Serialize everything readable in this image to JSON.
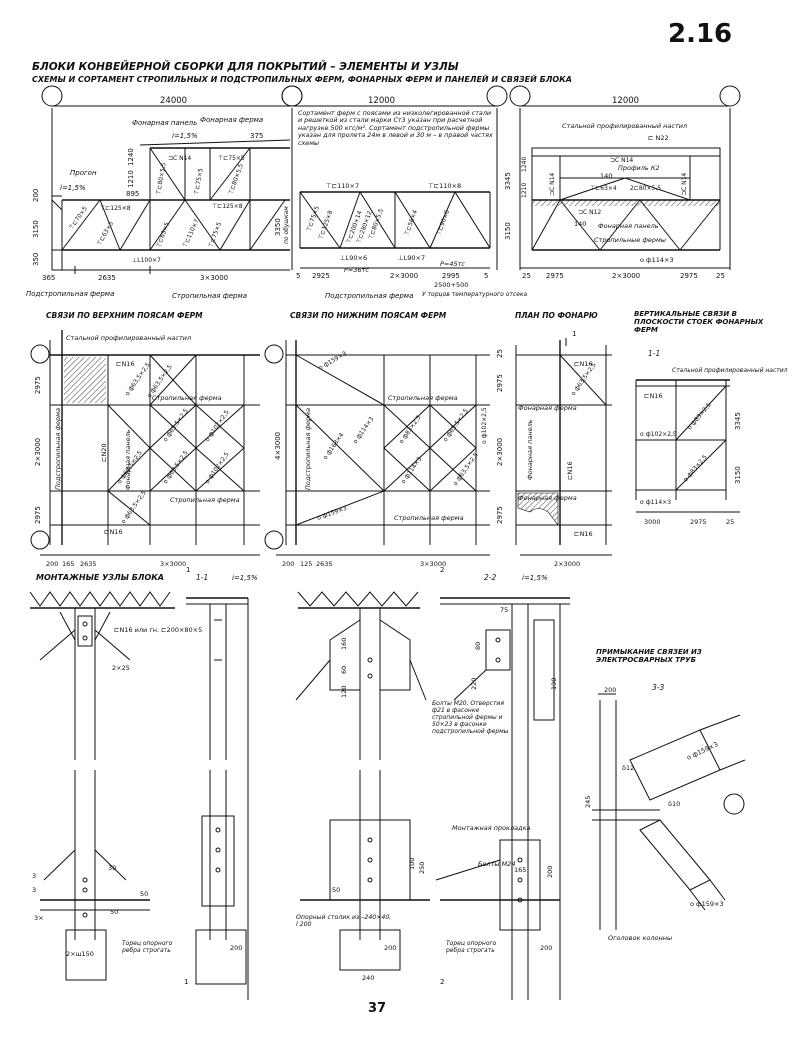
{
  "sheet_number": "2.16",
  "page_number": "37",
  "title": "БЛОКИ КОНВЕЙЕРНОЙ СБОРКИ ДЛЯ ПОКРЫТИЙ – ЭЛЕМЕНТЫ И УЗЛЫ",
  "subtitle": "СХЕМЫ И СОРТАМЕНТ СТРОПИЛЬНЫХ И ПОДСТРОПИЛЬНЫХ ФЕРМ, ФОНАРНЫХ ФЕРМ И ПАНЕЛЕЙ И СВЯЗЕЙ БЛОКА",
  "truss_left": {
    "span": "24000",
    "lantern_panel": "Фонарная панель",
    "lantern_truss": "Фонарная ферма",
    "slope": "i=1,5%",
    "purlin": "Прогон",
    "slope2": "i=1,5%",
    "sub_truss": "Подстропильная ферма",
    "rafter_truss": "Стропильная ферма",
    "dims_bottom": [
      "365",
      "2635",
      "3×3000"
    ],
    "dims_left": [
      "350",
      "3150",
      "200"
    ],
    "dims_top": [
      "375",
      "1240",
      "1210",
      "895"
    ],
    "members": [
      "⊐С N14",
      "⊤⊏75×5",
      "⊤⊏80×5,5",
      "⊤⊏125×8",
      "⊤⊏75×5",
      "⊤⊏80×5,5",
      "⊤⊏110×7",
      "⊤⊏63×5",
      "⊤⊏75×5",
      "⊤⊏125×8",
      "⊤⊏63×5",
      "⊤⊏70×5",
      "⊥L100×7"
    ]
  },
  "truss_mid": {
    "span": "12000",
    "note": "Сортамент ферм с поясами из низколегированной стали и решеткой из стали марки Ст3 указан при расчетной нагрузке 500 кгс/м². Сортамент подстропильной фермы указан для пролета 24м в левой и 30 м – в правой частях схемы",
    "top_left": "⊤⊏110×7",
    "top_right": "⊤⊏110×8",
    "dims_bottom": [
      "5",
      "2925",
      "2×3000",
      "2995",
      "5"
    ],
    "dim_side": "3350",
    "dim_side_note": "по обушкам",
    "bottom_left": "⊥L90×6",
    "bottom_right": "⊥L90×7",
    "force_left": "P=36тс",
    "force_right": "P=45тс",
    "dim_extra": "2500+500",
    "end_note": "У торцов температурного отсека",
    "label": "Подстропильная ферма",
    "members": [
      "⊤⊏75×5",
      "⊤⊏125×8",
      "⊤⊏200×14",
      "⊤⊏80×5,5",
      "⊤⊏56×4",
      "⊤⊏90×6",
      "⊤⊏280×12"
    ]
  },
  "truss_right": {
    "span": "12000",
    "deck": "Стальной профилированный настил",
    "n22": "⊏ N22",
    "profile": "Профиль К2",
    "members": [
      "⊐С N14",
      "⊐С N14",
      "⊐С N14",
      "⊤⊏63×4",
      "2⊏80×5,5",
      "⊐С N12"
    ],
    "dims_top": [
      "140",
      "140"
    ],
    "lantern_panel": "Фонарная панель",
    "rafter_trusses": "Стропильные фермы",
    "dims_bottom": [
      "25",
      "2975",
      "2×3000",
      "2975",
      "25"
    ],
    "dims_left": [
      "3345",
      "1240",
      "1210",
      "3150"
    ],
    "tube": "о ф114×3"
  },
  "section_titles": {
    "upper_bracing": "СВЯЗИ ПО ВЕРХНИМ ПОЯСАМ ФЕРМ",
    "lower_bracing": "СВЯЗИ ПО НИЖНИМ ПОЯСАМ ФЕРМ",
    "lantern_plan": "ПЛАН ПО ФОНАРЮ",
    "vertical_bracing": "ВЕРТИКАЛЬНЫЕ СВЯЗИ В ПЛОСКОСТИ СТОЕК ФОНАРНЫХ ФЕРМ",
    "mounting_nodes": "МОНТАЖНЫЕ УЗЛЫ БЛОКА",
    "tube_joint": "ПРИМЫКАНИЕ СВЯЗЕЙ ИЗ ЭЛЕКТРОСВАРНЫХ ТРУБ"
  },
  "upper_bracing": {
    "deck": "Стальной профилированный настил",
    "rafter": "Стропильная ферма",
    "rafter2": "Стропильная ферма",
    "lantern_panel": "Фонарная панель",
    "sub_truss": "Подстропильная ферма",
    "channels": [
      "⊏N16",
      "⊏N20",
      "⊏N16"
    ],
    "tubes": [
      "о ф63,5×2,5",
      "о ф63,5×2,5",
      "о ф102×2,5",
      "о ф63,5×2,5",
      "о ф63,5×2,5",
      "о ф102×2,5",
      "о ф63,5×2,5",
      "о ф63,5×2,5"
    ],
    "dims_left": [
      "2975",
      "2×3000",
      "2975"
    ],
    "dims_bottom": [
      "200",
      "165",
      "2635",
      "3×3000"
    ]
  },
  "lower_bracing": {
    "rafter": "Стропильная ферма",
    "rafter2": "Стропильная ферма",
    "sub_truss": "Подстропильная ферма",
    "tubes": [
      "о ф159×3",
      "о ф168×4",
      "о ф114×3",
      "о ф83×2,5",
      "о ф114×3",
      "о ф63,5×2,5",
      "о ф102×2,5",
      "о ф63,5×2,5",
      "о ф159×3"
    ],
    "dims_left": [
      "4×3000"
    ],
    "dims_right": [
      "2975",
      "2×3000",
      "2975",
      "25"
    ],
    "dims_bottom": [
      "200",
      "125",
      "2635",
      "3×3000"
    ]
  },
  "lantern_plan": {
    "marker": "1",
    "channels": [
      "⊏N16",
      "⊏N16",
      "⊏N16"
    ],
    "tube": "о ф63,5×2,5",
    "lantern": "Фонарная ферма",
    "lantern_panel": "Фонарная панель",
    "lantern_truss": "Фонарная ферма",
    "dims_bottom": [
      "2×3000"
    ]
  },
  "vertical_bracing": {
    "section": "1-1",
    "deck": "Стальной профилированный настил",
    "channel": "⊏N16",
    "tubes": [
      "о ф102×2,5",
      "о ф83×2,5",
      "о ф83×2,5",
      "о ф114×3"
    ],
    "dims_right": [
      "3345",
      "3150"
    ],
    "dims_bottom": [
      "3000",
      "2975",
      "25"
    ]
  },
  "mounting_nodes": {
    "section_1": "1-1",
    "section_2": "2-2",
    "section_3": "3-3",
    "slope_1": "i=1,5%",
    "slope_2": "i=1,5%",
    "channel_note": "⊏N16 или гн. ⊏200×80×5",
    "weld_1": "2×25",
    "dims_node2": [
      "75",
      "80",
      "220",
      "190"
    ],
    "dims_left_node": [
      "160",
      "60",
      "120"
    ],
    "bolts_note": "Болты М20. Отверстия ф21 в фасонке стропильной фермы и 50×23 в фасонке подстропильной фермы",
    "mount_gasket": "Монтажная прокладка",
    "bolts_m24": "Болты М24",
    "dims_m24": [
      "165",
      "200",
      "250"
    ],
    "dims_node_low": [
      "3",
      "3",
      "50",
      "3×",
      "30",
      "50"
    ],
    "dims_low2": [
      "50",
      "100",
      "200",
      "240"
    ],
    "plate_dim": "2×ш150",
    "end_note_1": "Торец опорного ребра строгать",
    "end_note_2": "Торец опорного ребра строгать",
    "support_table": "Опорный столик из –240×40, l 200",
    "support_dim": "240",
    "col_head": "Оголовок колонны",
    "dim_200_a": "200",
    "dim_200_b": "200",
    "marker_1": "1",
    "marker_2": "2",
    "marker_1b": "1",
    "marker_2b": "2",
    "tube_label_1": "о ф159×3",
    "tube_label_2": "о ф159×3",
    "thickness_12": "δ12",
    "thickness_10": "δ10",
    "dim_245": "245",
    "dim_200_c": "200"
  }
}
